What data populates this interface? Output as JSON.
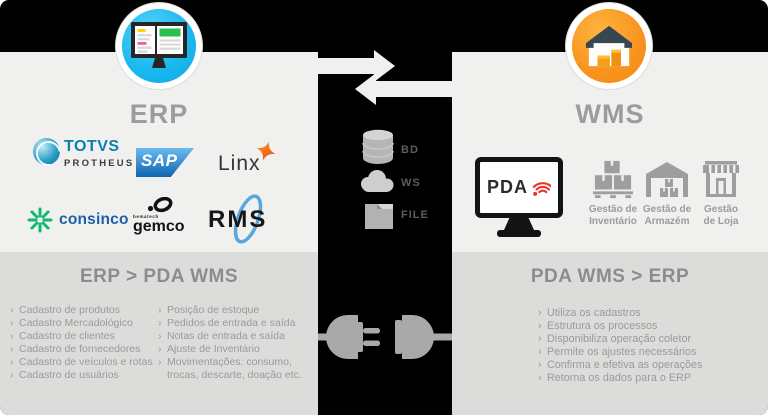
{
  "chars": {
    "bullet": "›"
  },
  "titles": {
    "erp": "ERP",
    "wms": "WMS"
  },
  "logos": {
    "totvs": {
      "name": "TOTVS",
      "sub": "PROTHEUS"
    },
    "sap": {
      "name": "SAP"
    },
    "linx": {
      "name": "Linx"
    },
    "consinco": {
      "name": "consinco"
    },
    "gemco": {
      "name": "gemco",
      "sub": "bematech"
    },
    "rms": {
      "name": "RMS"
    }
  },
  "integration": {
    "bd": "BD",
    "ws": "WS",
    "file": "FILE"
  },
  "pda": {
    "label": "PDA"
  },
  "wms_features": [
    {
      "line1": "Gestão de",
      "line2": "Inventário"
    },
    {
      "line1": "Gestão de",
      "line2": "Armazém"
    },
    {
      "line1": "Gestão",
      "line2": "de Loja"
    }
  ],
  "erp_to_wms": {
    "heading": "ERP > PDA WMS",
    "col1": [
      "Cadastro de produtos",
      "Cadastro Mercadológico",
      "Cadastro de clientes",
      "Cadastro de fornecedores",
      "Cadastro de veículos e rotas",
      "Cadastro de usuários"
    ],
    "col2": [
      "Posição de estoque",
      "Pedidos de entrada e saída",
      "Notas de entrada e saída",
      "Ajuste de Inventário",
      "Movimentações: consumo, trocas, descarte, doação etc."
    ]
  },
  "wms_to_erp": {
    "heading": "PDA WMS > ERP",
    "items": [
      "Utiliza os cadastros",
      "Estrutura os processos",
      "Disponibiliza operação coletor",
      "Permite os ajustes necessários",
      "Confirma e efetiva as operações",
      "Retorna os dados para o ERP"
    ]
  },
  "colors": {
    "background": "#000000",
    "panel_top": "#f0f0ee",
    "panel_bottom": "#dcdcda",
    "erp_accent": "#1cb9f0",
    "wms_accent": "#f8941e",
    "wifi_red": "#e8362b",
    "gray_text": "#9a9a9a"
  }
}
